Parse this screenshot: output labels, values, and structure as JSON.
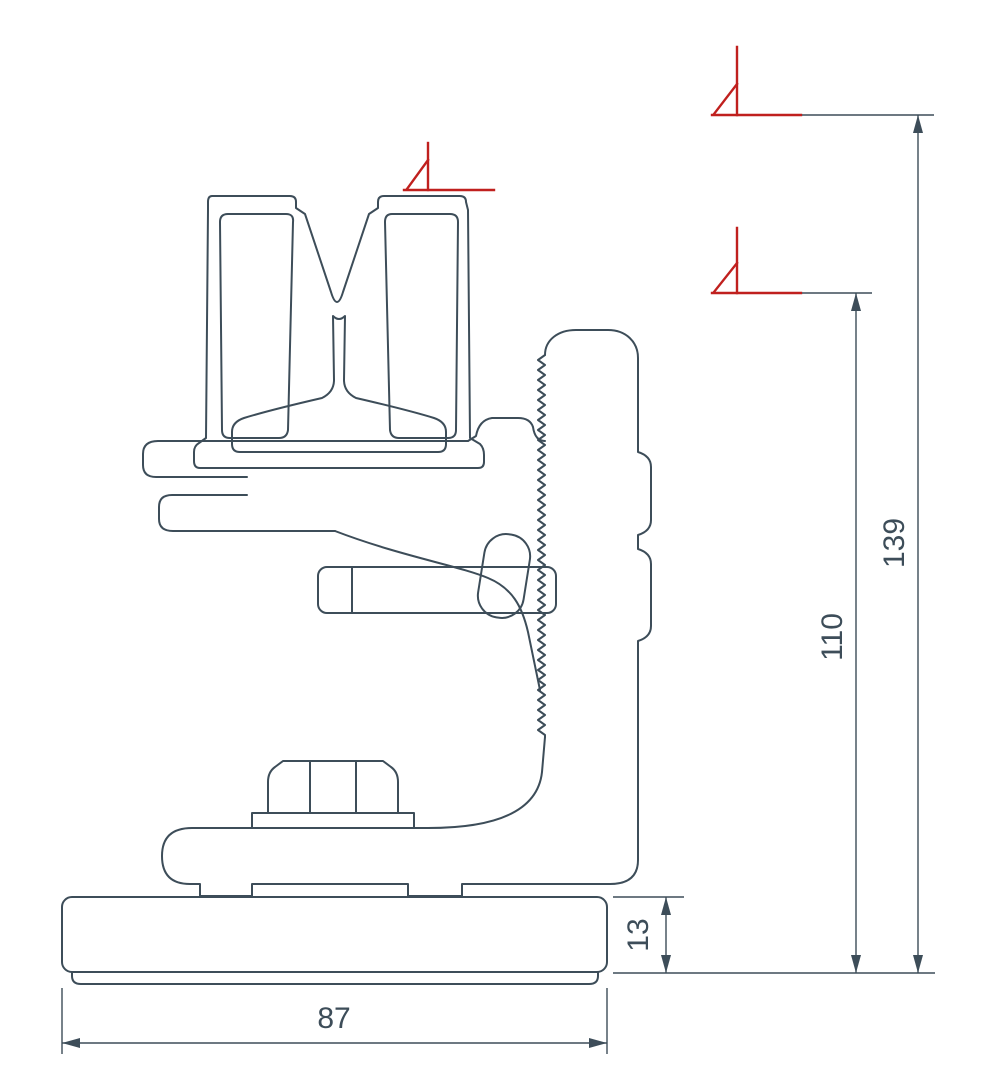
{
  "drawing": {
    "dimensions": {
      "base_width": {
        "value": "87"
      },
      "base_thickness": {
        "value": "13"
      },
      "mid_height": {
        "value": "110"
      },
      "overall_height": {
        "value": "139"
      }
    },
    "colors": {
      "line": "#3d4d59",
      "datum_red": "#c0201e",
      "background": "#ffffff"
    }
  }
}
